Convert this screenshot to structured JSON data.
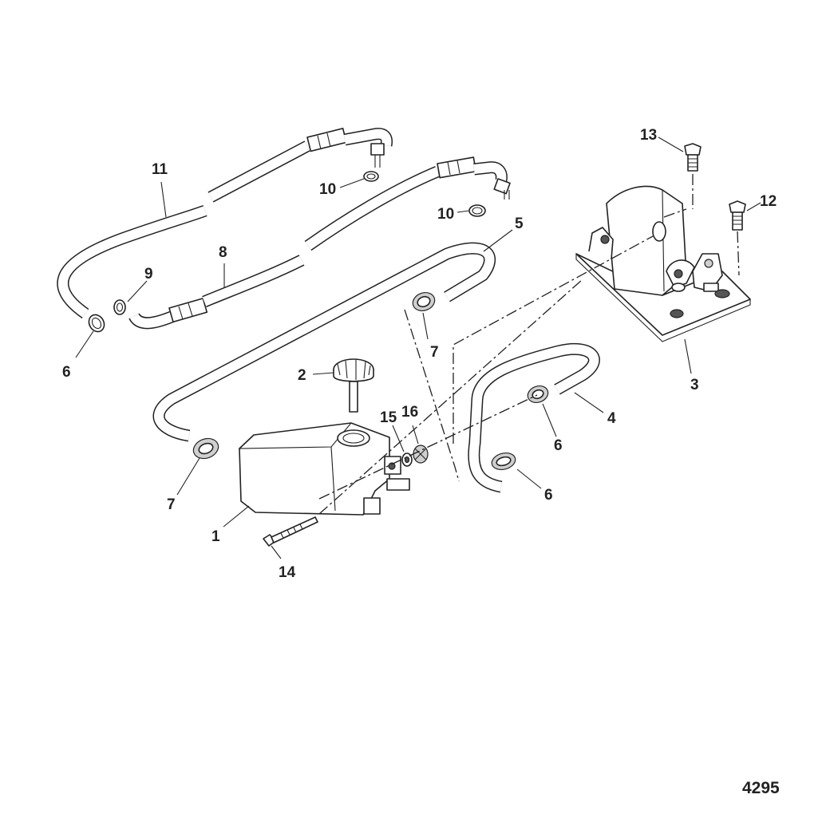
{
  "figure_number": "4295",
  "callouts": {
    "c1": "1",
    "c2": "2",
    "c3": "3",
    "c4": "4",
    "c5": "5",
    "c6a": "6",
    "c6b": "6",
    "c6c": "6",
    "c7a": "7",
    "c7b": "7",
    "c8": "8",
    "c9": "9",
    "c10a": "10",
    "c10b": "10",
    "c11": "11",
    "c12": "12",
    "c13": "13",
    "c14": "14",
    "c15": "15",
    "c16": "16"
  }
}
